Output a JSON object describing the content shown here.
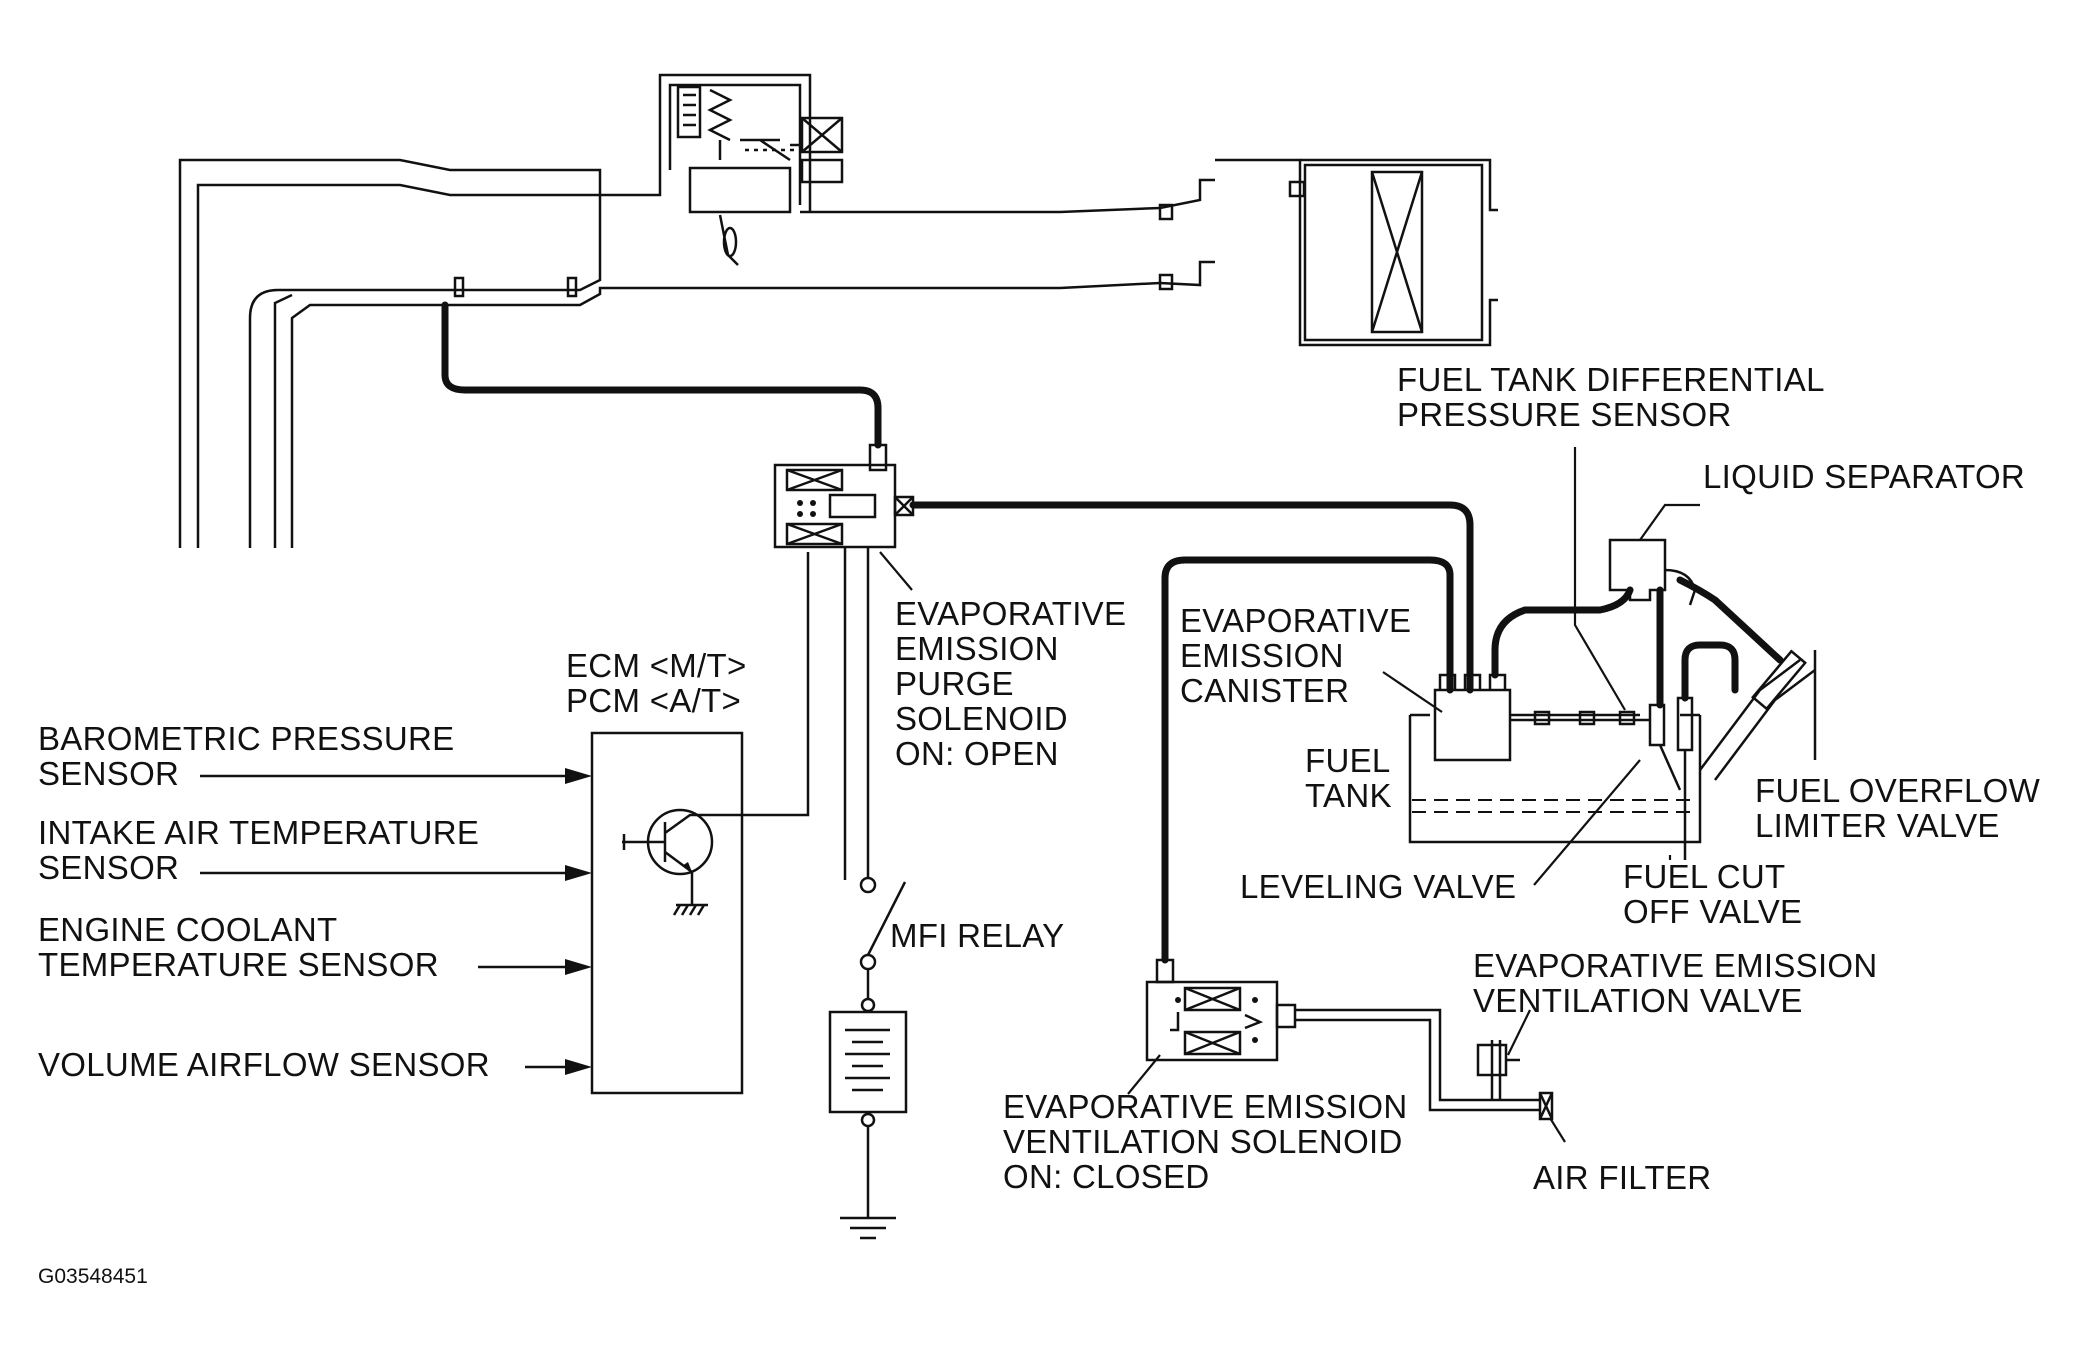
{
  "labels": {
    "fuel_tank_diff_pressure_sensor": [
      "FUEL TANK DIFFERENTIAL",
      "PRESSURE SENSOR"
    ],
    "liquid_separator": [
      "LIQUID SEPARATOR"
    ],
    "evap_purge_solenoid": [
      "EVAPORATIVE",
      "EMISSION",
      "PURGE",
      "SOLENOID",
      "ON: OPEN"
    ],
    "evap_canister": [
      "EVAPORATIVE",
      "EMISSION",
      "CANISTER"
    ],
    "ecm_pcm": [
      "ECM <M/T>",
      "PCM <A/T>"
    ],
    "barometric_pressure_sensor": [
      "BAROMETRIC PRESSURE",
      "SENSOR"
    ],
    "intake_air_temp_sensor": [
      "INTAKE AIR TEMPERATURE",
      "SENSOR"
    ],
    "engine_coolant_temp_sensor": [
      "ENGINE COOLANT",
      "TEMPERATURE SENSOR"
    ],
    "volume_airflow_sensor": [
      "VOLUME AIRFLOW SENSOR"
    ],
    "fuel_tank": [
      "FUEL",
      "TANK"
    ],
    "fuel_overflow_limiter_valve": [
      "FUEL OVERFLOW",
      "LIMITER VALVE"
    ],
    "leveling_valve": [
      "LEVELING VALVE"
    ],
    "fuel_cut_off_valve": [
      "FUEL CUT",
      "OFF VALVE"
    ],
    "mfi_relay": [
      "MFI RELAY"
    ],
    "evap_ventilation_valve": [
      "EVAPORATIVE EMISSION",
      "VENTILATION VALVE"
    ],
    "evap_ventilation_solenoid": [
      "EVAPORATIVE EMISSION",
      "VENTILATION SOLENOID",
      "ON: CLOSED"
    ],
    "air_filter": [
      "AIR FILTER"
    ]
  },
  "figure_code": "G03548451"
}
